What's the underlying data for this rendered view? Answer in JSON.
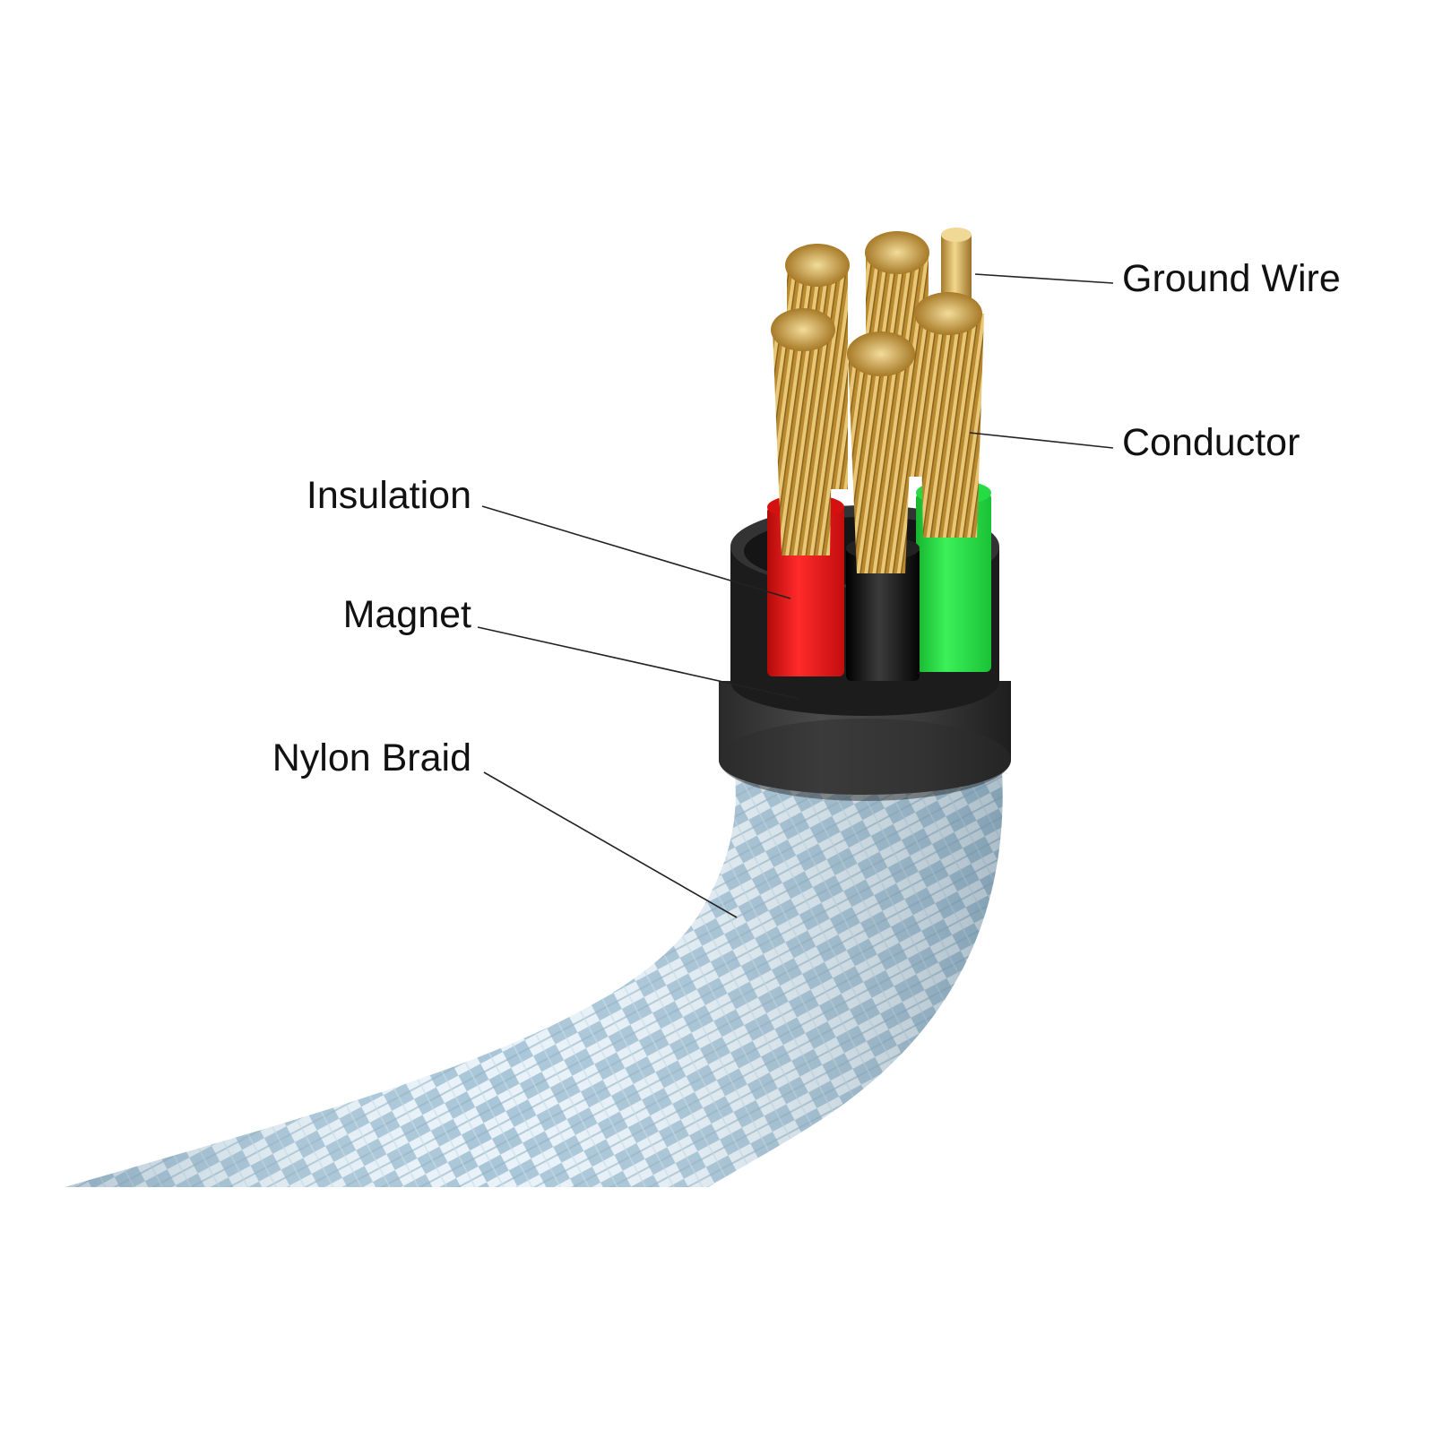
{
  "labels": {
    "ground_wire": "Ground Wire",
    "conductor": "Conductor",
    "insulation": "Insulation",
    "magnet": "Magnet",
    "nylon_braid": "Nylon Braid"
  },
  "colors": {
    "background": "#ffffff",
    "braid_light": "#e6f1f8",
    "braid_dark": "#8fb1c7",
    "magnet": "#3a3a3a",
    "insulation_red": "#e21616",
    "insulation_black": "#0d0d0d",
    "insulation_green": "#22d640",
    "copper": "#c49a3c",
    "leader_line": "#222222"
  }
}
